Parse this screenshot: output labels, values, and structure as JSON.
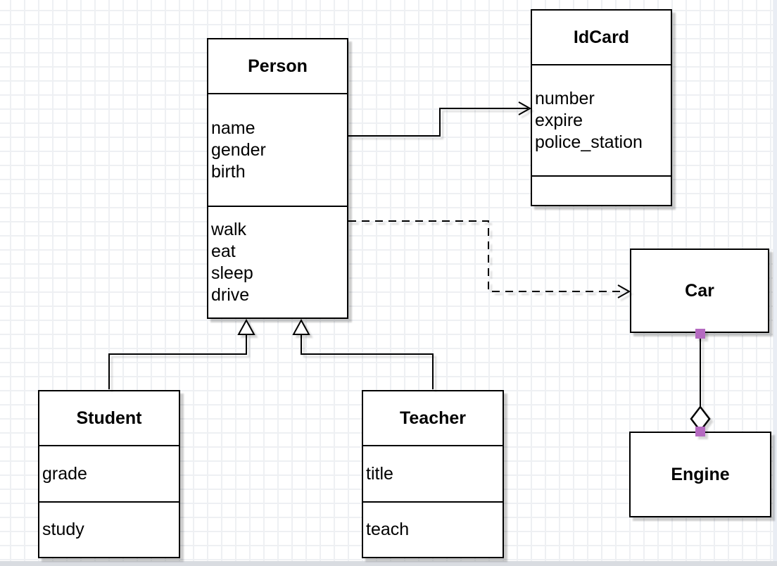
{
  "canvas": {
    "kind": "UML class diagram"
  },
  "classes": {
    "person": {
      "name": "Person",
      "attributes": [
        "name",
        "gender",
        "birth"
      ],
      "methods": [
        "walk",
        "eat",
        "sleep",
        "drive"
      ]
    },
    "idcard": {
      "name": "IdCard",
      "attributes": [
        "number",
        "expire",
        "police_station"
      ],
      "methods": []
    },
    "car": {
      "name": "Car",
      "attributes": [],
      "methods": []
    },
    "engine": {
      "name": "Engine",
      "attributes": [],
      "methods": []
    },
    "student": {
      "name": "Student",
      "attributes": [
        "grade"
      ],
      "methods": [
        "study"
      ]
    },
    "teacher": {
      "name": "Teacher",
      "attributes": [
        "title"
      ],
      "methods": [
        "teach"
      ]
    }
  },
  "relationships": [
    {
      "from": "Person",
      "to": "IdCard",
      "type": "association",
      "line": "solid",
      "arrowhead": "open"
    },
    {
      "from": "Person",
      "to": "Car",
      "type": "dependency",
      "line": "dashed",
      "arrowhead": "open"
    },
    {
      "from": "Student",
      "to": "Person",
      "type": "generalization",
      "line": "solid",
      "arrowhead": "hollow-triangle"
    },
    {
      "from": "Teacher",
      "to": "Person",
      "type": "generalization",
      "line": "solid",
      "arrowhead": "hollow-triangle"
    },
    {
      "from": "Car",
      "to": "Engine",
      "type": "aggregation",
      "line": "solid",
      "arrowhead": "hollow-diamond"
    }
  ],
  "colors": {
    "stroke": "#000000",
    "box_fill": "#ffffff",
    "endpoint_marker": "#b56ac1",
    "grid_line": "#eef0f3",
    "page_edge": "#d9dce1"
  }
}
